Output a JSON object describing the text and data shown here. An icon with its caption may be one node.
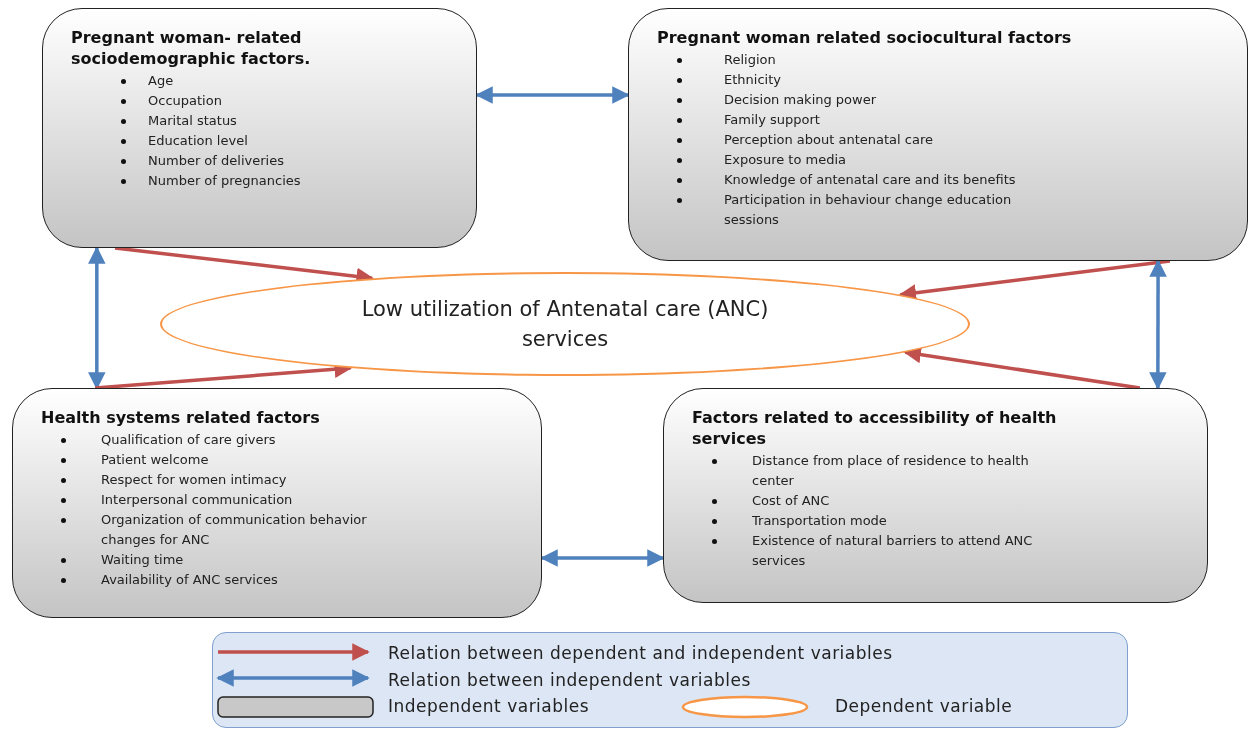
{
  "diagram": {
    "nodes": [
      {
        "text": [
          "Pregnant woman- related sociodemographic factors.",
          "Age",
          "Occupation",
          "Marital status",
          "Education level",
          "Number of deliveries",
          "Number of pregnancies"
        ]
      },
      {
        "text": [
          "Pregnant woman related sociocultural factors",
          "Religion",
          "Ethnicity",
          "Decision making power",
          "Family support",
          "Perception about antenatal care",
          "Exposure to media",
          "Knowledge of antenatal care and its benefits",
          "Participation in behaviour change education sessions"
        ]
      },
      {
        "text": [
          "Low utilization of Antenatal care (ANC) services"
        ]
      },
      {
        "text": [
          "Health systems related factors",
          "Qualification of care givers",
          "Patient welcome",
          "Respect for women intimacy",
          "Interpersonal communication",
          "Organization of communication behavior changes for ANC",
          "Waiting time",
          "Availability of ANC services"
        ]
      },
      {
        "text": [
          "Factors related to accessibility of health services",
          "Distance from place of residence to health center",
          "Cost of ANC",
          "Transportation mode",
          "Existence of natural barriers to attend ANC services"
        ]
      }
    ],
    "edges": [
      {
        "from": 0,
        "to": 1,
        "arrow": "both",
        "color": "#4f81bd"
      },
      {
        "from": 0,
        "to": 2,
        "arrow": "to",
        "color": "#c0504d"
      },
      {
        "from": 1,
        "to": 2,
        "arrow": "to",
        "color": "#c0504d"
      },
      {
        "from": 0,
        "to": 3,
        "arrow": "both",
        "color": "#4f81bd"
      },
      {
        "from": 3,
        "to": 2,
        "arrow": "to",
        "color": "#c0504d"
      },
      {
        "from": 4,
        "to": 2,
        "arrow": "to",
        "color": "#c0504d"
      },
      {
        "from": 1,
        "to": 4,
        "arrow": "both",
        "color": "#4f81bd"
      },
      {
        "from": 3,
        "to": 4,
        "arrow": "both",
        "color": "#4f81bd"
      }
    ],
    "legend": [
      {
        "text": "Relation between dependent and independent variables"
      },
      {
        "text": "Relation between independent variables"
      },
      {
        "text": "Independent variables"
      },
      {
        "text": "Dependent variable"
      }
    ]
  }
}
